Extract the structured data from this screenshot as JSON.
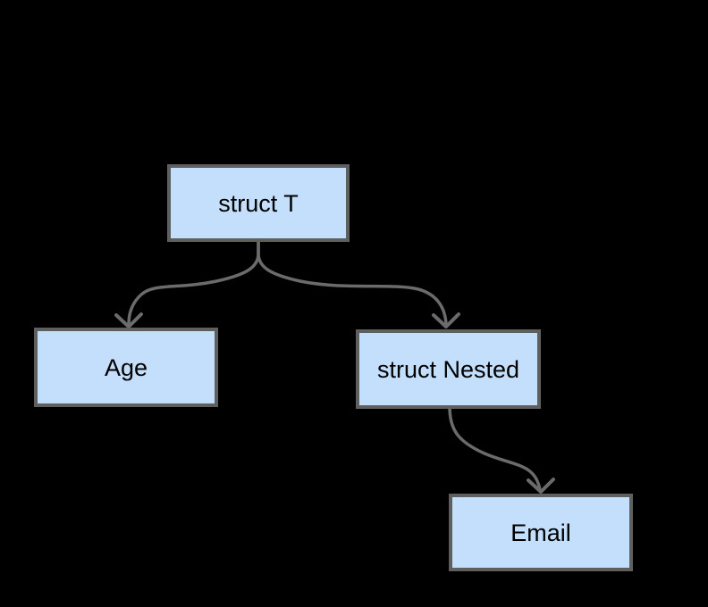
{
  "diagram": {
    "type": "tree",
    "nodes": [
      {
        "id": "struct_t",
        "label": "struct T"
      },
      {
        "id": "age",
        "label": "Age"
      },
      {
        "id": "struct_nested",
        "label": "struct Nested"
      },
      {
        "id": "email",
        "label": "Email"
      }
    ],
    "edges": [
      {
        "from": "struct_t",
        "to": "age",
        "arrow": "open-v"
      },
      {
        "from": "struct_t",
        "to": "struct_nested",
        "arrow": "open-v"
      },
      {
        "from": "struct_nested",
        "to": "email",
        "arrow": "open-v"
      }
    ]
  },
  "colors": {
    "background": "#000000",
    "node_fill": "#c3dffb",
    "node_border": "#5f5f5f",
    "edge": "#6b6b6b",
    "text": "#000000"
  }
}
